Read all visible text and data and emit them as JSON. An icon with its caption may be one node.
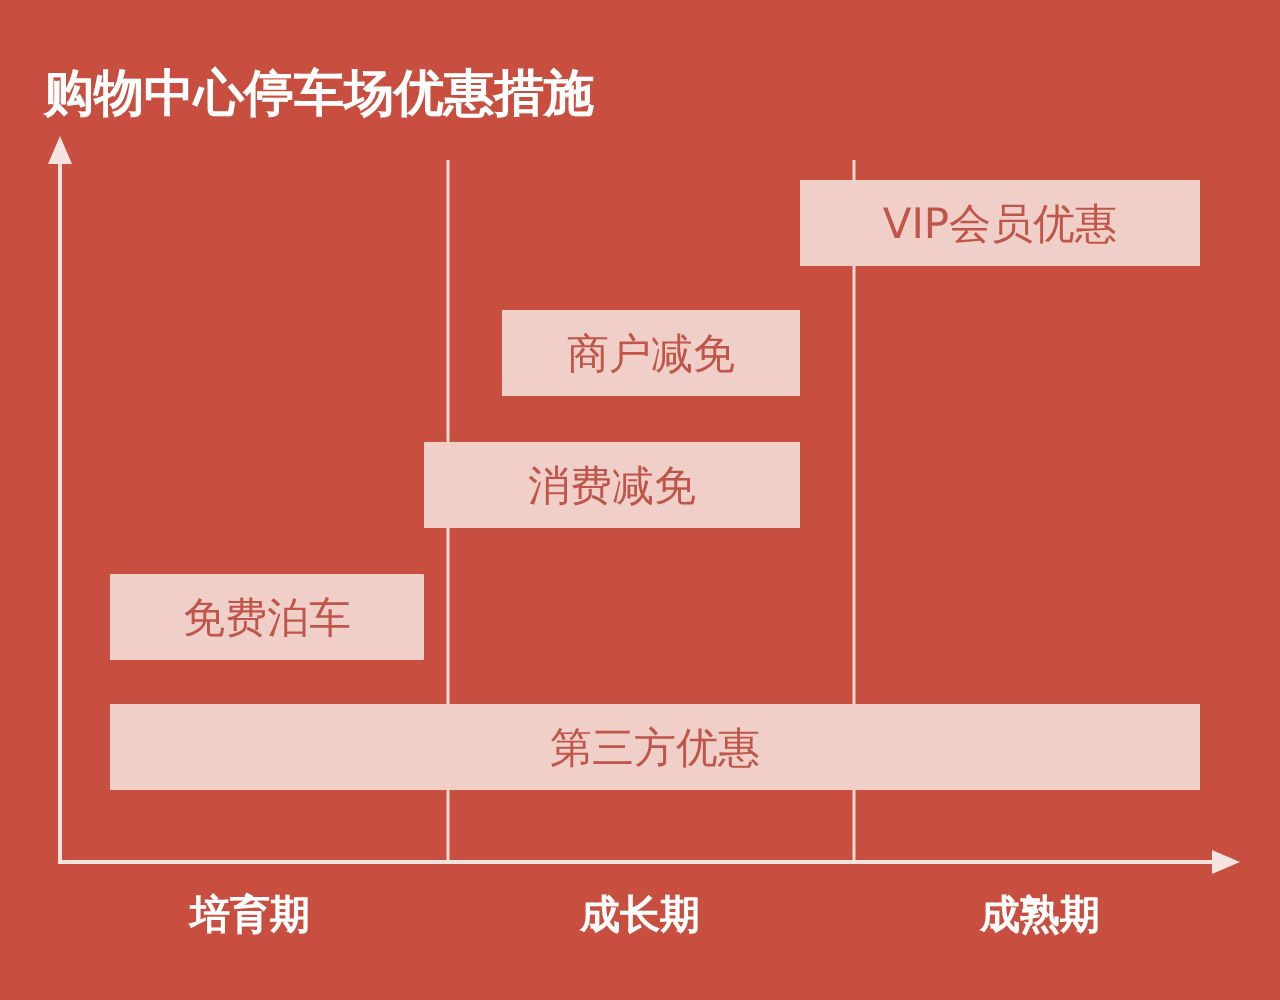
{
  "diagram": {
    "title": "购物中心停车场优惠措施",
    "nodes": [
      {
        "text": [
          "VIP会员优惠"
        ]
      },
      {
        "text": [
          "商户减免"
        ]
      },
      {
        "text": [
          "消费减免"
        ]
      },
      {
        "text": [
          "免费泊车"
        ]
      },
      {
        "text": [
          "第三方优惠"
        ]
      }
    ],
    "labels": [
      "培育期",
      "成长期",
      "成熟期"
    ]
  }
}
